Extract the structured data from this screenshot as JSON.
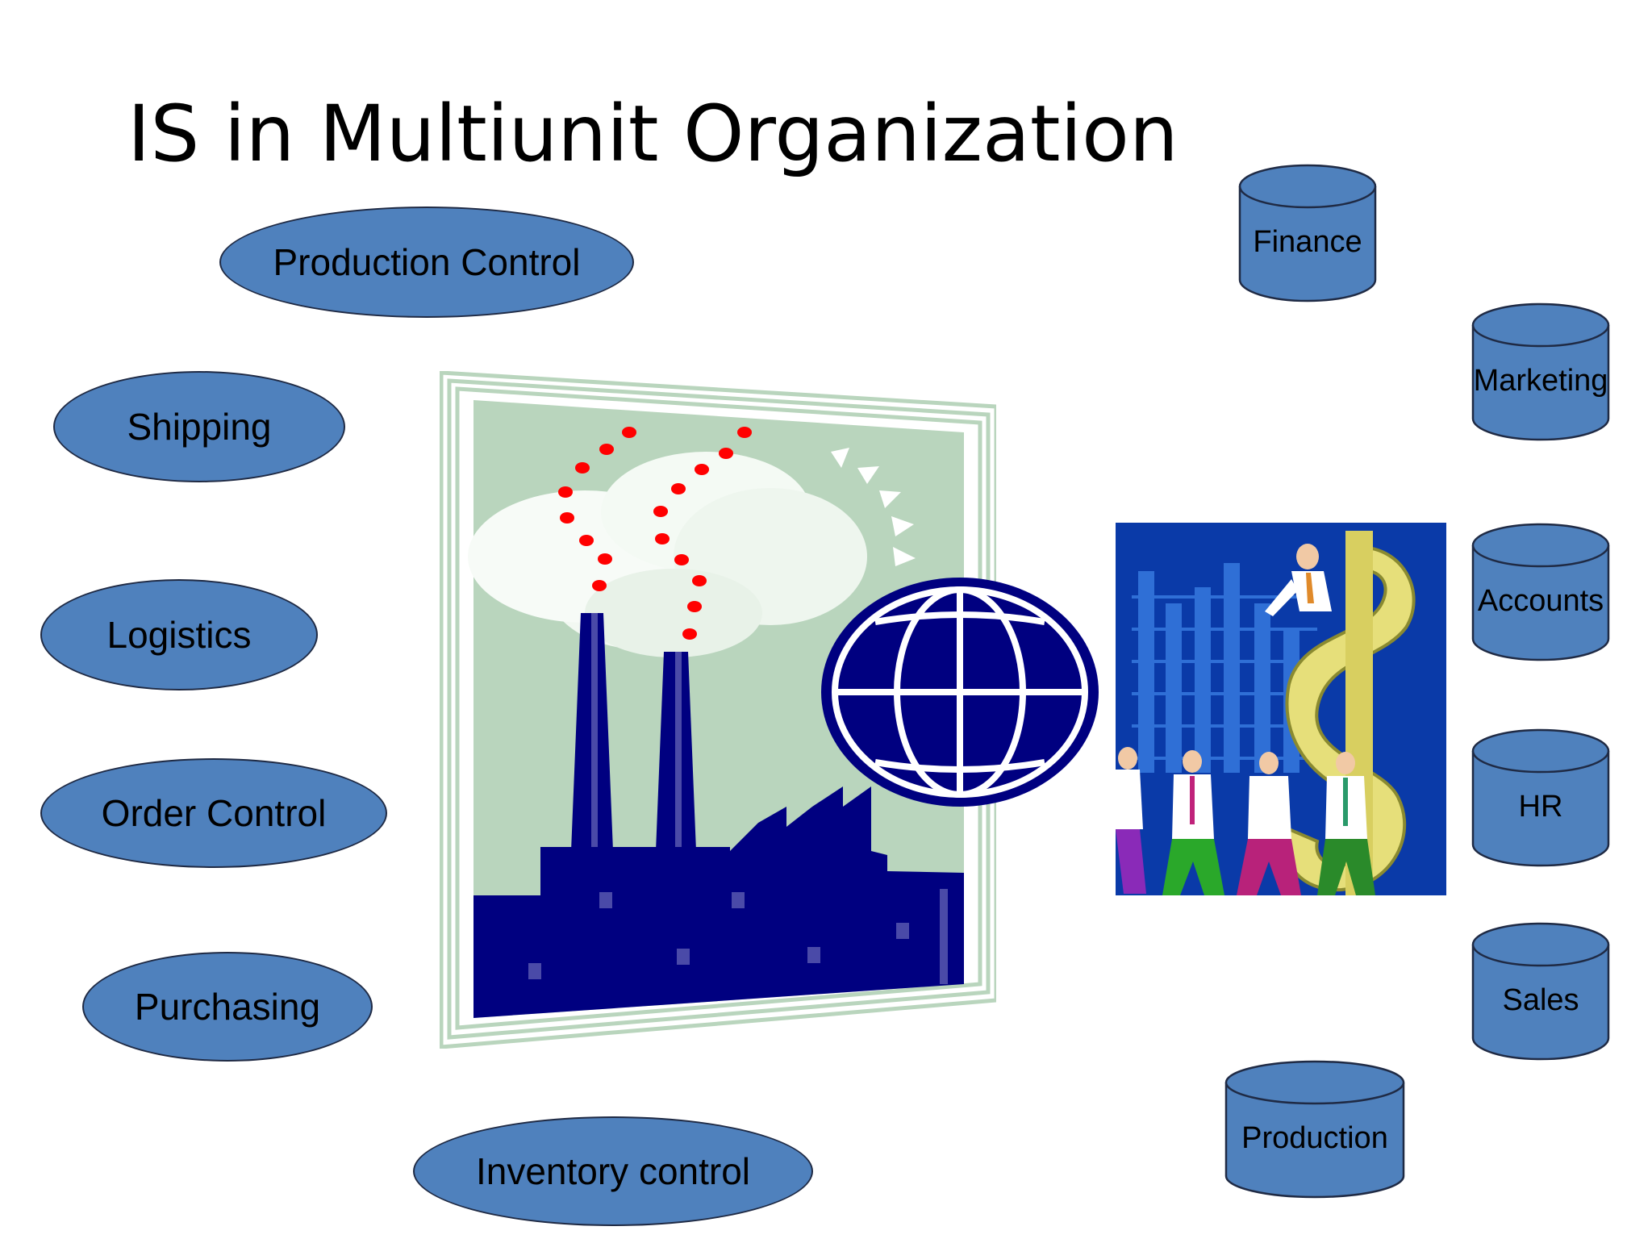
{
  "title": "IS in Multiunit Organization",
  "functions": [
    {
      "id": "production-control",
      "label": "Production Control"
    },
    {
      "id": "shipping",
      "label": "Shipping"
    },
    {
      "id": "logistics",
      "label": "Logistics"
    },
    {
      "id": "order-control",
      "label": "Order Control"
    },
    {
      "id": "purchasing",
      "label": "Purchasing"
    },
    {
      "id": "inventory-control",
      "label": "Inventory control"
    }
  ],
  "databases": [
    {
      "id": "finance",
      "label": "Finance"
    },
    {
      "id": "marketing",
      "label": "Marketing"
    },
    {
      "id": "accounts",
      "label": "Accounts"
    },
    {
      "id": "hr",
      "label": "HR"
    },
    {
      "id": "sales",
      "label": "Sales"
    },
    {
      "id": "production",
      "label": "Production"
    }
  ],
  "icons": {
    "factory": "factory-icon",
    "globe": "globe-icon",
    "business": "business-people-icon"
  },
  "colors": {
    "shape_fill": "#4f81bd",
    "shape_border": "#1f2a44",
    "navy": "#000080",
    "factory_bg": "#b9d5bd",
    "smoke_dots": "#ff0000"
  }
}
